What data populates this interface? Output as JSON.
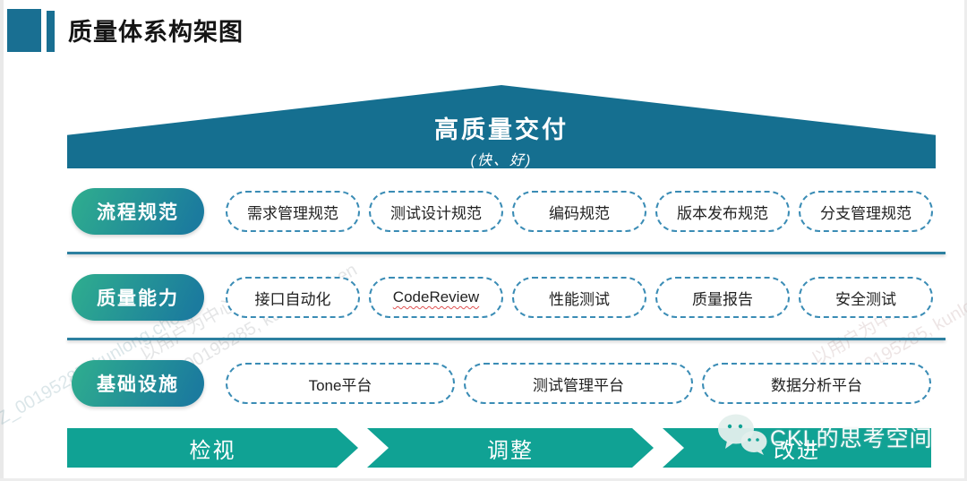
{
  "title": "质量体系构架图",
  "goal": {
    "title": "高质量交付",
    "subtitle": "(快、好)"
  },
  "rows": [
    {
      "label": "流程规范",
      "items": [
        "需求管理规范",
        "测试设计规范",
        "编码规范",
        "版本发布规范",
        "分支管理规范"
      ]
    },
    {
      "label": "质量能力",
      "items": [
        "接口自动化",
        "CodeReview",
        "性能测试",
        "质量报告",
        "安全测试"
      ]
    },
    {
      "label": "基础设施",
      "items": [
        "Tone平台",
        "测试管理平台",
        "数据分析平台"
      ]
    }
  ],
  "process_steps": [
    "检视",
    "调整",
    "改进"
  ],
  "watermark": {
    "brand": "CKL的思考空间",
    "icon": "wechat-icon",
    "diagonal_line1": "以用户为中心",
    "diagonal_line2": "SZ_00195285, kunlong.chen"
  },
  "colors": {
    "accent_dark_teal": "#156f90",
    "pill_gradient_start": "#2fae8e",
    "pill_gradient_end": "#1b7b9e",
    "dashed_border": "#3a8cb5",
    "banner_teal": "#10a294",
    "spellcheck_red": "#e05252"
  }
}
